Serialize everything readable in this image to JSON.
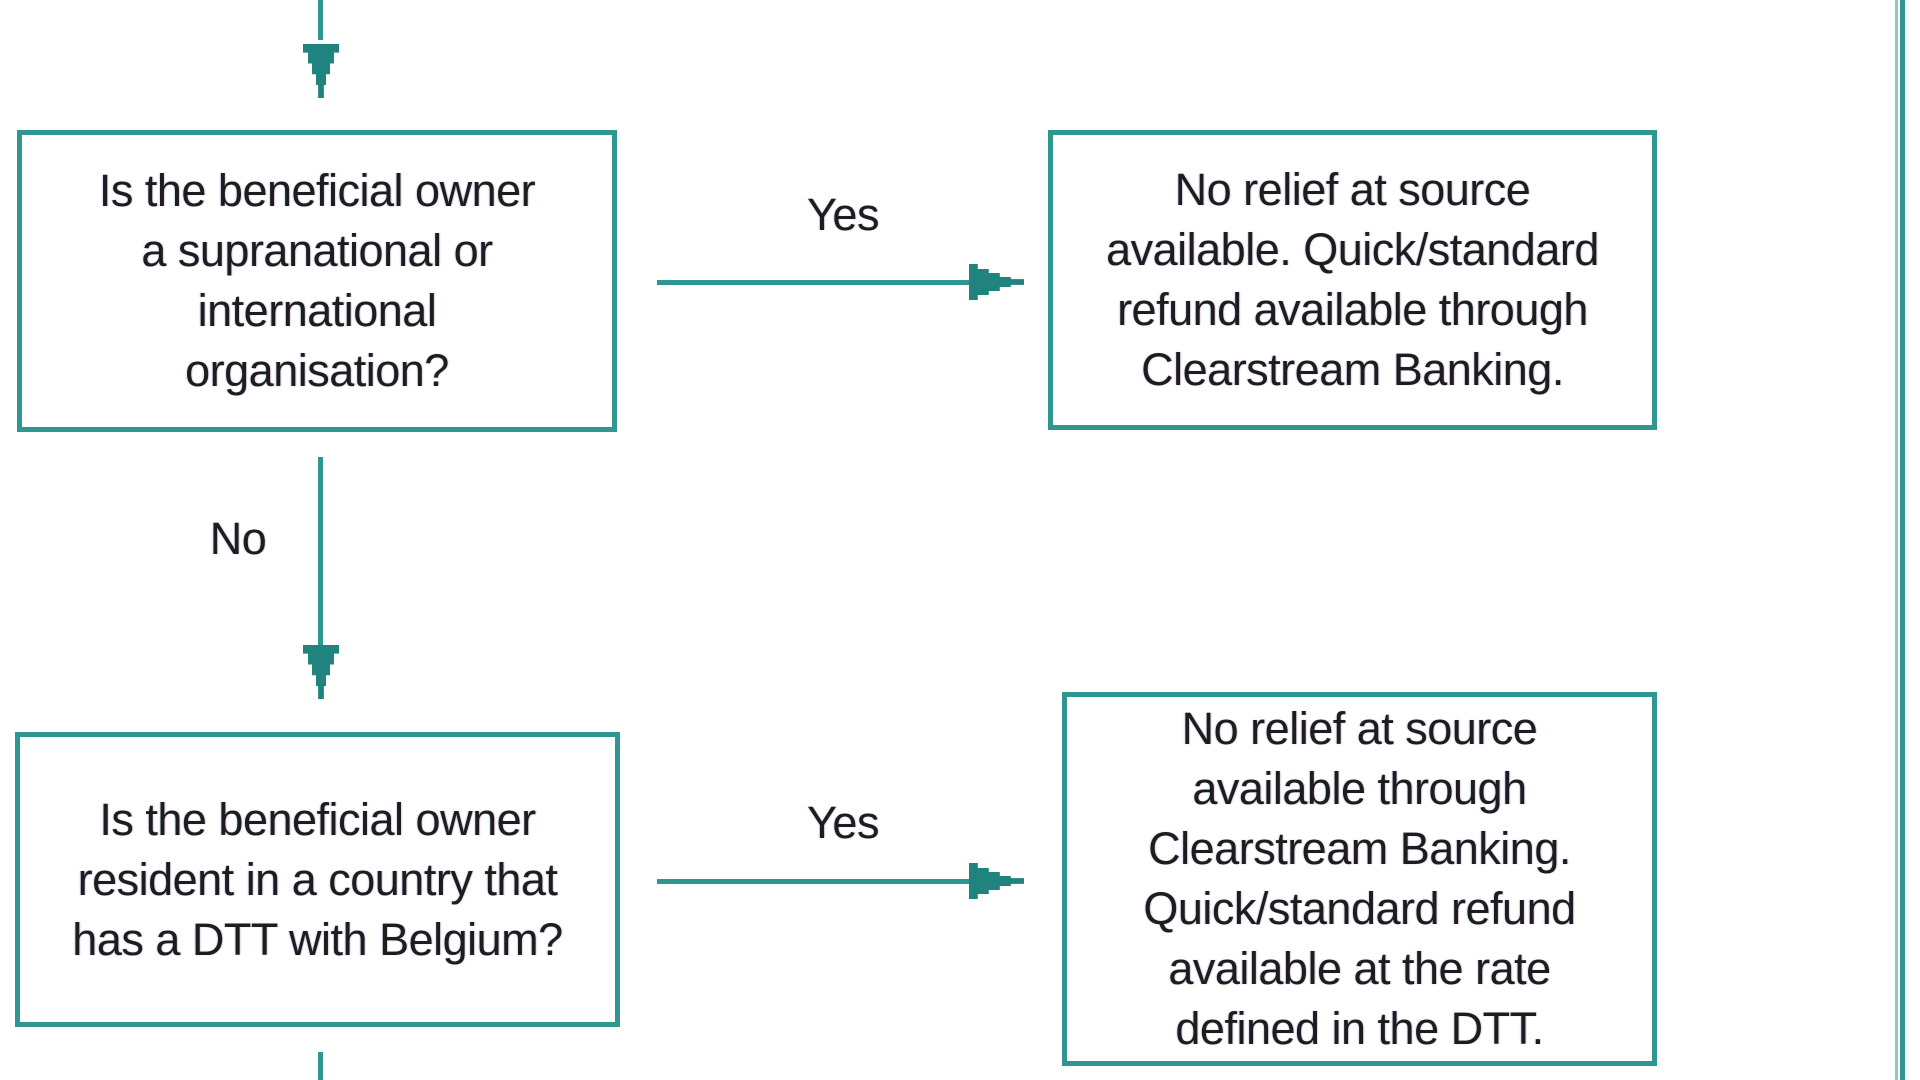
{
  "flowchart": {
    "type": "decision-flowchart",
    "boxes": {
      "q1": {
        "role": "decision",
        "text": "Is the beneficial owner\na supranational or\ninternational\norganisation?"
      },
      "r1": {
        "role": "outcome",
        "text": "No relief at source\navailable. Quick/standard\nrefund available through\nClearstream Banking."
      },
      "q2": {
        "role": "decision",
        "text": "Is the beneficial owner\nresident in a country that\nhas a DTT with Belgium?"
      },
      "r2": {
        "role": "outcome",
        "text": "No relief at source\navailable through\nClearstream Banking.\nQuick/standard refund\navailable at the rate\ndefined in the DTT."
      }
    },
    "edge_labels": {
      "q1_yes": "Yes",
      "q1_no": "No",
      "q2_yes": "Yes"
    },
    "colors": {
      "line_teal": "#2f978f",
      "arrowhead_teal": "#20837d",
      "edge_line_light": "#8cc6c1",
      "text": "#1d1d1d",
      "background": "#ffffff"
    }
  }
}
